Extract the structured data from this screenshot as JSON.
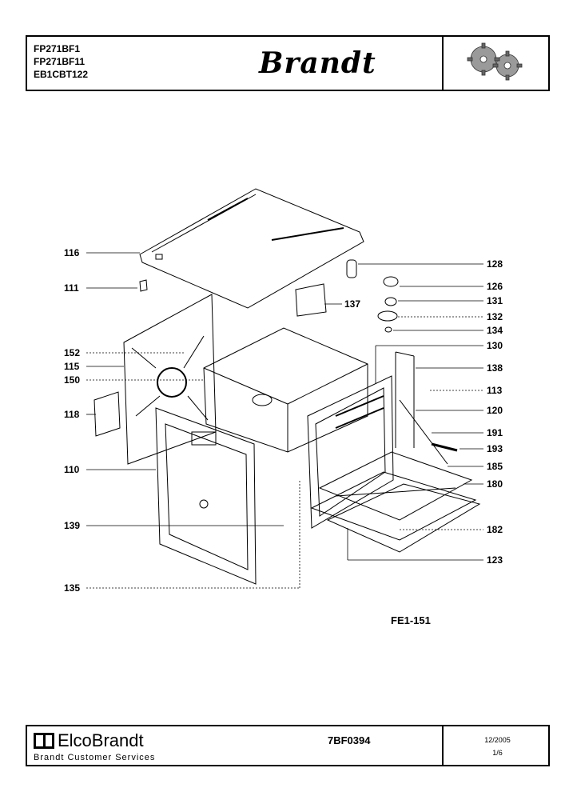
{
  "header": {
    "models": [
      "FP271BF1",
      "FP271BF11",
      "EB1CBT122"
    ],
    "brand": "Brandt"
  },
  "diagram": {
    "reference": "FE1-151",
    "labels_left": [
      "116",
      "111",
      "152",
      "115",
      "150",
      "118",
      "110",
      "139",
      "135"
    ],
    "labels_right": [
      "128",
      "126",
      "131",
      "132",
      "134",
      "130",
      "137",
      "138",
      "113",
      "120",
      "191",
      "193",
      "185",
      "180",
      "182",
      "123"
    ]
  },
  "footer": {
    "company": "ElcoBrandt",
    "services": "Brandt Customer Services",
    "doc_code": "7BF0394",
    "date": "12/2005",
    "page": "1/6"
  }
}
